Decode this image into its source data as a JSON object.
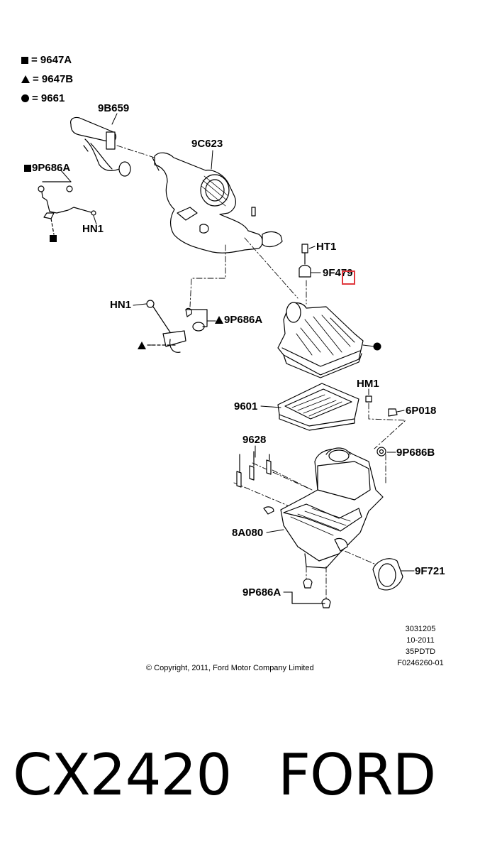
{
  "legend": [
    {
      "symbol": "square",
      "icon": "square-icon",
      "text": "= 9647A"
    },
    {
      "symbol": "triangle",
      "icon": "triangle-icon",
      "text": "= 9647B"
    },
    {
      "symbol": "circle",
      "icon": "circle-icon",
      "text": "= 9661"
    }
  ],
  "callouts": {
    "c_9b659": "9B659",
    "c_9c623": "9C623",
    "c_9p686a_sq": "9P686A",
    "c_hn1_top": "HN1",
    "c_ht1": "HT1",
    "c_9f479": "9F479",
    "c_hn1_mid": "HN1",
    "c_9p686a_tri": "9P686A",
    "c_hm1": "HM1",
    "c_9601": "9601",
    "c_6p018": "6P018",
    "c_9628": "9628",
    "c_9p686b": "9P686B",
    "c_8a080": "8A080",
    "c_9f721": "9F721",
    "c_9p686a_bottom": "9P686A"
  },
  "highlight_color": "#e0383e",
  "doc_info": [
    "3031205",
    "10-2011",
    "35PDTD",
    "F0246260-01"
  ],
  "copyright": "© Copyright, 2011, Ford Motor Company Limited",
  "part_number": "CX2420",
  "brand": "FORD"
}
